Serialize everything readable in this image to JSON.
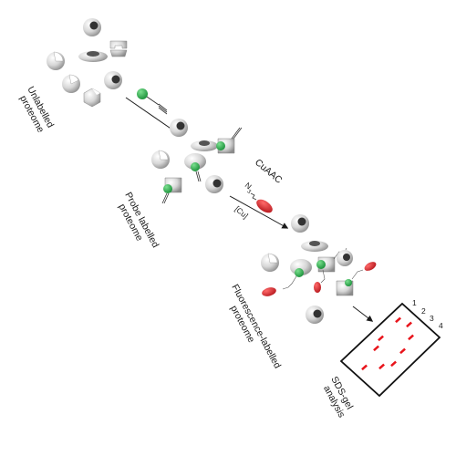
{
  "labels": {
    "unlabelled": [
      "Unlabelled",
      "proteome"
    ],
    "probe": [
      "Probe labelled",
      "proteome"
    ],
    "fluor": [
      "Fluorescence-labelled",
      "proteome"
    ],
    "sds": [
      "SDS-gel",
      "analysis"
    ],
    "cuaac": "CuAAC",
    "catalyst": "[Cu]",
    "azide_n": "N",
    "azide_sub": "3"
  },
  "gel": {
    "lanes": [
      "1",
      "2",
      "3",
      "4"
    ],
    "band_color": "#e8141b"
  },
  "colors": {
    "probe": "#1db34a",
    "fluorophore": "#d41f26",
    "protein_light": "#f4f4f4",
    "protein_dark": "#8a8a8a",
    "cleft": "#2a2a2a"
  }
}
